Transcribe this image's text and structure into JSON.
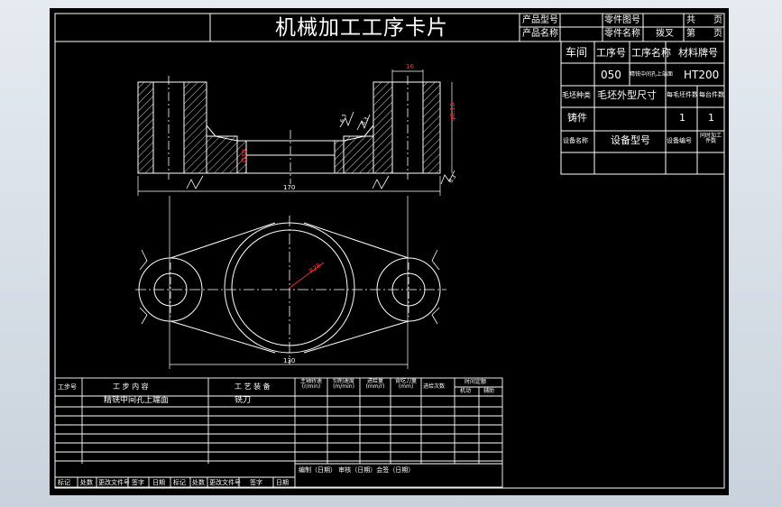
{
  "card": {
    "title": "机械加工工序卡片",
    "product_model_label": "产品型号",
    "product_name_label": "产品名称",
    "part_drawing_no_label": "零件图号",
    "part_name_label": "零件名称",
    "part_name_value": "拨叉",
    "total_label": "共",
    "page_label": "页",
    "sheet_label": "第",
    "sheet_page_label": "页"
  },
  "info": {
    "workshop_label": "车间",
    "process_no_label": "工序号",
    "process_name_label": "工序名称",
    "material_label": "材料牌号",
    "process_no_value": "050",
    "process_name_value": "精铣中间孔上端面",
    "material_value": "HT200",
    "blank_type_label": "毛坯种类",
    "blank_size_label": "毛坯外型尺寸",
    "parts_per_blank_label": "每毛坯件数",
    "parts_per_unit_label": "每台件数",
    "blank_type_value": "铸件",
    "parts_per_blank_value": "1",
    "parts_per_unit_value": "1",
    "equipment_name_label": "设备名称",
    "equipment_model_label": "设备型号",
    "equipment_no_label": "设备编号",
    "simultaneous_label": "同时加工件数"
  },
  "drawing": {
    "dim_top": "16",
    "dim_right": "φ8.10",
    "dim_inner": "Ø30",
    "chamfer_1": "6.3",
    "chamfer_2": "6.3",
    "chamfer_3": "6.3",
    "dim_width_front": "170",
    "dim_width_plan": "130",
    "dim_radius": "R28"
  },
  "steps_table": {
    "headers": {
      "step_no": "工步号",
      "step_content": "工 步 内 容",
      "equipment": "工 艺 装 备",
      "spindle_speed": "主轴转速 (r/min)",
      "cutting_speed": "切削速度 (m/min)",
      "feed": "进给量 (mm/r)",
      "depth": "背吃刀量 (mm)",
      "passes": "进给次数",
      "time_quota": "时间定额",
      "machine_time": "机动",
      "aux_time": "辅助"
    },
    "rows": [
      {
        "content": "精铣中间孔上端面",
        "equipment": "铣刀"
      }
    ],
    "sign_row": "编制（日期） 审核（日期）会签（日期）"
  },
  "revision": {
    "labels": [
      "标记",
      "处数",
      "更改文件号",
      "签字",
      "日期",
      "标记",
      "处数",
      "更改文件号",
      "签字",
      "日期"
    ]
  }
}
